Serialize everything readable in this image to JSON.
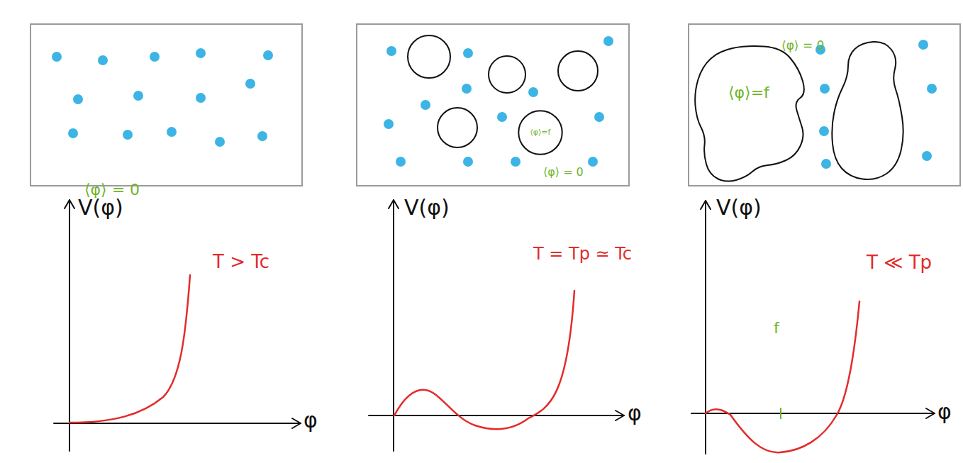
{
  "diagram": {
    "nodes": [
      {
        "text": [
          "⟨φ⟩ = 0"
        ]
      },
      {
        "text": [
          "⟨φ⟩ = 0"
        ]
      },
      {
        "text": [
          "⟨φ⟩=f"
        ],
        "in": 1
      },
      {
        "text": [
          "⟨φ⟩ = 0"
        ]
      },
      {
        "text": [
          "⟨φ⟩=f"
        ],
        "in": 3
      }
    ],
    "labels": [
      "V(φ)",
      "T > Tc",
      "φ",
      "V(φ)",
      "T = Tp ≃ Tc",
      "φ",
      "V(φ)",
      "T ≪ Tp",
      "f",
      "φ"
    ]
  }
}
